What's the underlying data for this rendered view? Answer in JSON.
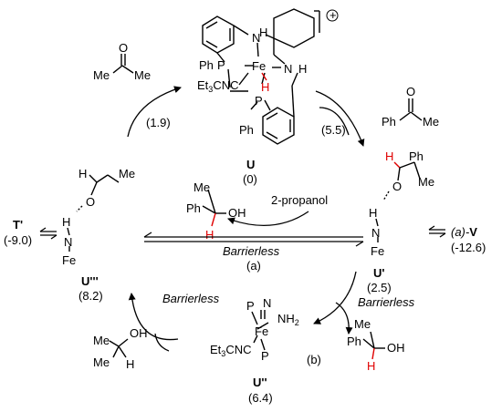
{
  "species": {
    "U": {
      "label": "U",
      "energy": "(0)"
    },
    "U_prime": {
      "label": "U'",
      "energy": "(2.5)"
    },
    "U_dprime": {
      "label": "U''",
      "energy": "(6.4)"
    },
    "U_tprime": {
      "label": "U'''",
      "energy": "(8.2)"
    },
    "T_prime": {
      "label": "T'",
      "energy": "(-9.0)"
    },
    "V": {
      "prefix": "(a)-",
      "label": "V",
      "energy": "(-12.6)"
    }
  },
  "step_energies": {
    "top_left": "(1.9)",
    "top_right": "(5.5)"
  },
  "labels": {
    "barrierless_center": "Barrierless",
    "path_a": "(a)",
    "path_b": "(b)",
    "barrierless_right": "Barrierless",
    "barrierless_left": "Barrierless",
    "propanol": "2-propanol"
  },
  "atoms": {
    "Fe": "Fe",
    "N": "N",
    "P": "P",
    "H": "H",
    "O": "O",
    "Ph": "Ph",
    "Me": "Me",
    "NH2": "NH",
    "NH2_sub": "2",
    "Et3CNC": "Et",
    "Et3CNC_sub": "3",
    "Et3CNC_tail": "CNC",
    "OH": "OH",
    "plus": "+"
  }
}
